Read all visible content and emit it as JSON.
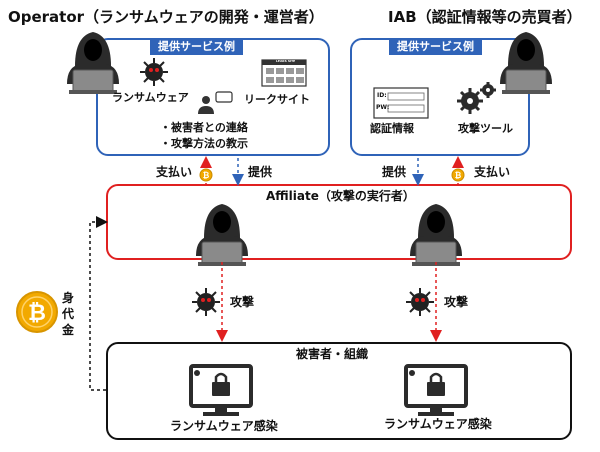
{
  "operator": {
    "title": "Operator（ランサムウェアの開発・運営者）",
    "service_tag": "提供サービス例",
    "ransomware_label": "ランサムウェア",
    "leaksite_label": "リークサイト",
    "leaksite_header": "LEAKS SITE",
    "bullets": [
      "・被害者との連絡",
      "・攻撃方法の教示"
    ]
  },
  "iab": {
    "title": "IAB（認証情報等の売買者）",
    "service_tag": "提供サービス例",
    "credentials_label": "認証情報",
    "tools_label": "攻撃ツール",
    "id_field": "ID:",
    "pw_field": "PW:"
  },
  "flows": {
    "pay_left": "支払い",
    "provide_left": "提供",
    "provide_right": "提供",
    "pay_right": "支払い",
    "attack_left": "攻撃",
    "attack_right": "攻撃",
    "ransom": "身代金"
  },
  "affiliate": {
    "title": "Affiliate（攻撃の実行者）"
  },
  "victim": {
    "title": "被害者・組織",
    "infected_left": "ランサムウェア感染",
    "infected_right": "ランサムウェア感染"
  },
  "colors": {
    "blue": "#2f63b8",
    "red": "#e02020",
    "black": "#111111",
    "bitcoin": "#f2a900"
  }
}
